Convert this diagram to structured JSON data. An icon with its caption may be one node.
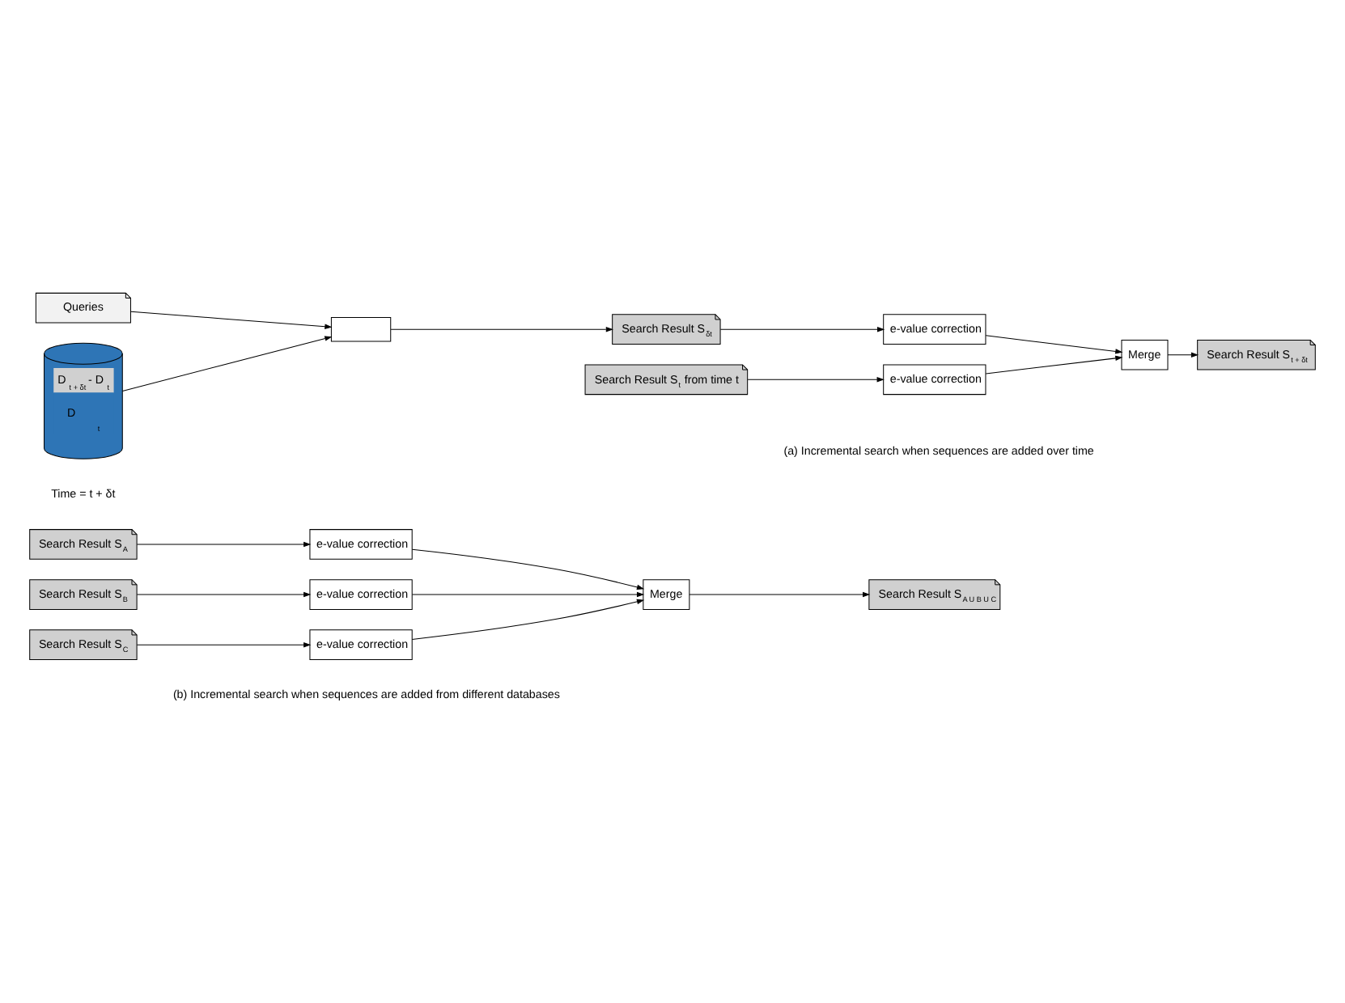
{
  "diagram": {
    "nodes": [
      {
        "text": [
          "Queries"
        ]
      },
      {
        "text": [
          "D$_{t + δt}$ - D$_{t}$",
          "D$_{t}$"
        ]
      },
      {
        "text": [],
        "shape": "box"
      },
      {
        "text": [
          "Search Result S$_{δt}$"
        ]
      },
      {
        "text": [
          "Search Result S$_{t}$ from time t"
        ]
      },
      {
        "text": [
          "e-value correction"
        ]
      },
      {
        "text": [
          "e-value correction"
        ]
      },
      {
        "text": [
          "Merge"
        ]
      },
      {
        "text": [
          "Search Result S$_{t + δt}$"
        ]
      },
      {
        "text": [
          "Search Result S$_{A}$"
        ]
      },
      {
        "text": [
          "Search Result S$_{B}$"
        ]
      },
      {
        "text": [
          "Search Result S$_{C}$"
        ]
      },
      {
        "text": [
          "e-value correction"
        ]
      },
      {
        "text": [
          "e-value correction"
        ]
      },
      {
        "text": [
          "e-value correction"
        ]
      },
      {
        "text": [
          "Merge"
        ]
      },
      {
        "text": [
          "Search Result S$_{A U B U C}$"
        ]
      }
    ],
    "edges": [
      {
        "from": 0,
        "to": 2,
        "arrow": "to"
      },
      {
        "from": 1,
        "to": 2,
        "arrow": "to"
      },
      {
        "from": 2,
        "to": 3,
        "arrow": "to"
      },
      {
        "from": 3,
        "to": 5,
        "arrow": "to"
      },
      {
        "from": 4,
        "to": 6,
        "arrow": "to"
      },
      {
        "from": 5,
        "to": 7,
        "arrow": "to"
      },
      {
        "from": 6,
        "to": 7,
        "arrow": "to"
      },
      {
        "from": 7,
        "to": 8,
        "arrow": "to"
      },
      {
        "from": 9,
        "to": 12,
        "arrow": "to"
      },
      {
        "from": 10,
        "to": 13,
        "arrow": "to"
      },
      {
        "from": 11,
        "to": 14,
        "arrow": "to"
      },
      {
        "from": 12,
        "to": 15,
        "arrow": "to"
      },
      {
        "from": 13,
        "to": 15,
        "arrow": "to"
      },
      {
        "from": 14,
        "to": 15,
        "arrow": "to"
      },
      {
        "from": 15,
        "to": 16,
        "arrow": "to"
      }
    ],
    "labels": [
      "(a) Incremental search when sequences are added over time",
      "Time = t + δt",
      "(b) Incremental search when sequences are added from different databases"
    ]
  }
}
